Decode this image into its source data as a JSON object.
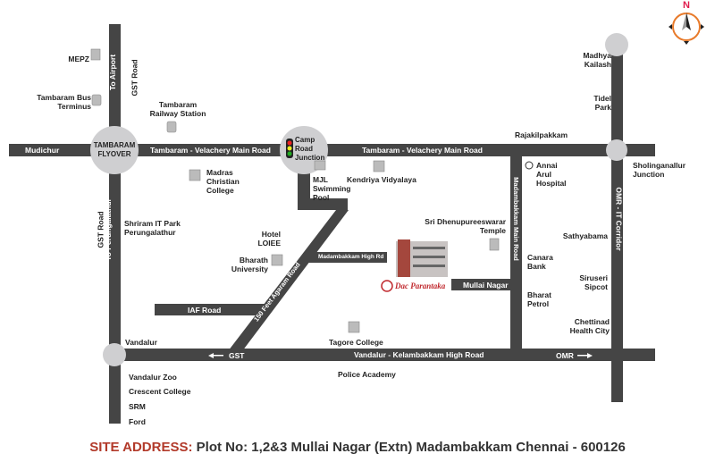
{
  "colors": {
    "road": "#454545",
    "junction": "#cfcfd1",
    "accent": "#b23a2a",
    "compass": "#e87b2c",
    "north": "#e01b4c"
  },
  "compass": {
    "label": "N"
  },
  "roads": {
    "mudichur": "Mudichur",
    "tvm_west": "Tambaram - Velachery Main Road",
    "tvm_east": "Tambaram - Velachery Main Road",
    "to_airport": "To Airport",
    "gst_north": "GST Road",
    "to_perungalathur": "To Perungalathur",
    "gst_south": "GST Road",
    "madambakkam_main": "Madambakkam Main Road",
    "omr": "OMR - IT Corridor",
    "feet150": "150 Feet Agaram Road",
    "madambakkam_high": "Madambakkam High Rd",
    "mullai": "Mullai Nagar",
    "iaf": "IAF Road",
    "gst_arrow": "GST",
    "vkhr": "Vandalur - Kelambakkam High Road",
    "omr_arrow": "OMR"
  },
  "junctions": {
    "tambaram": "TAMBARAM FLYOVER",
    "camp": "Camp Road Junction"
  },
  "landmarks": {
    "mepz": "MEPZ",
    "bus": "Tambaram Bus Terminus",
    "railway": "Tambaram Railway Station",
    "mcc": "Madras Christian College",
    "shriram": "Shriram IT Park Perungalathur",
    "hotel": "Hotel LOIEE",
    "bharath": "Bharath University",
    "mjl": "MJL Swimming Pool",
    "kv": "Kendriya Vidyalaya",
    "temple": "Sri Dhenupureeswarar Temple",
    "annai": "Annai Arul Hospital",
    "rajakil": "Rajakilpakkam",
    "madhya": "Madhya Kailash",
    "tidel": "Tidel Park",
    "sholinganallur": "Sholinganallur Junction",
    "sathyabama": "Sathyabama",
    "canara": "Canara Bank",
    "bharat": "Bharat Petrol",
    "siruseri": "Siruseri Sipcot",
    "chettinad": "Chettinad Health City",
    "tagore": "Tagore College",
    "vandalur": "Vandalur",
    "police": "Police Academy",
    "zoo": "Vandalur Zoo",
    "crescent": "Crescent College",
    "srm": "SRM",
    "ford": "Ford"
  },
  "project": {
    "logo": "Dac Parantaka"
  },
  "address": {
    "key": "SITE ADDRESS:",
    "value": "Plot No: 1,2&3 Mullai Nagar (Extn) Madambakkam Chennai - 600126"
  }
}
